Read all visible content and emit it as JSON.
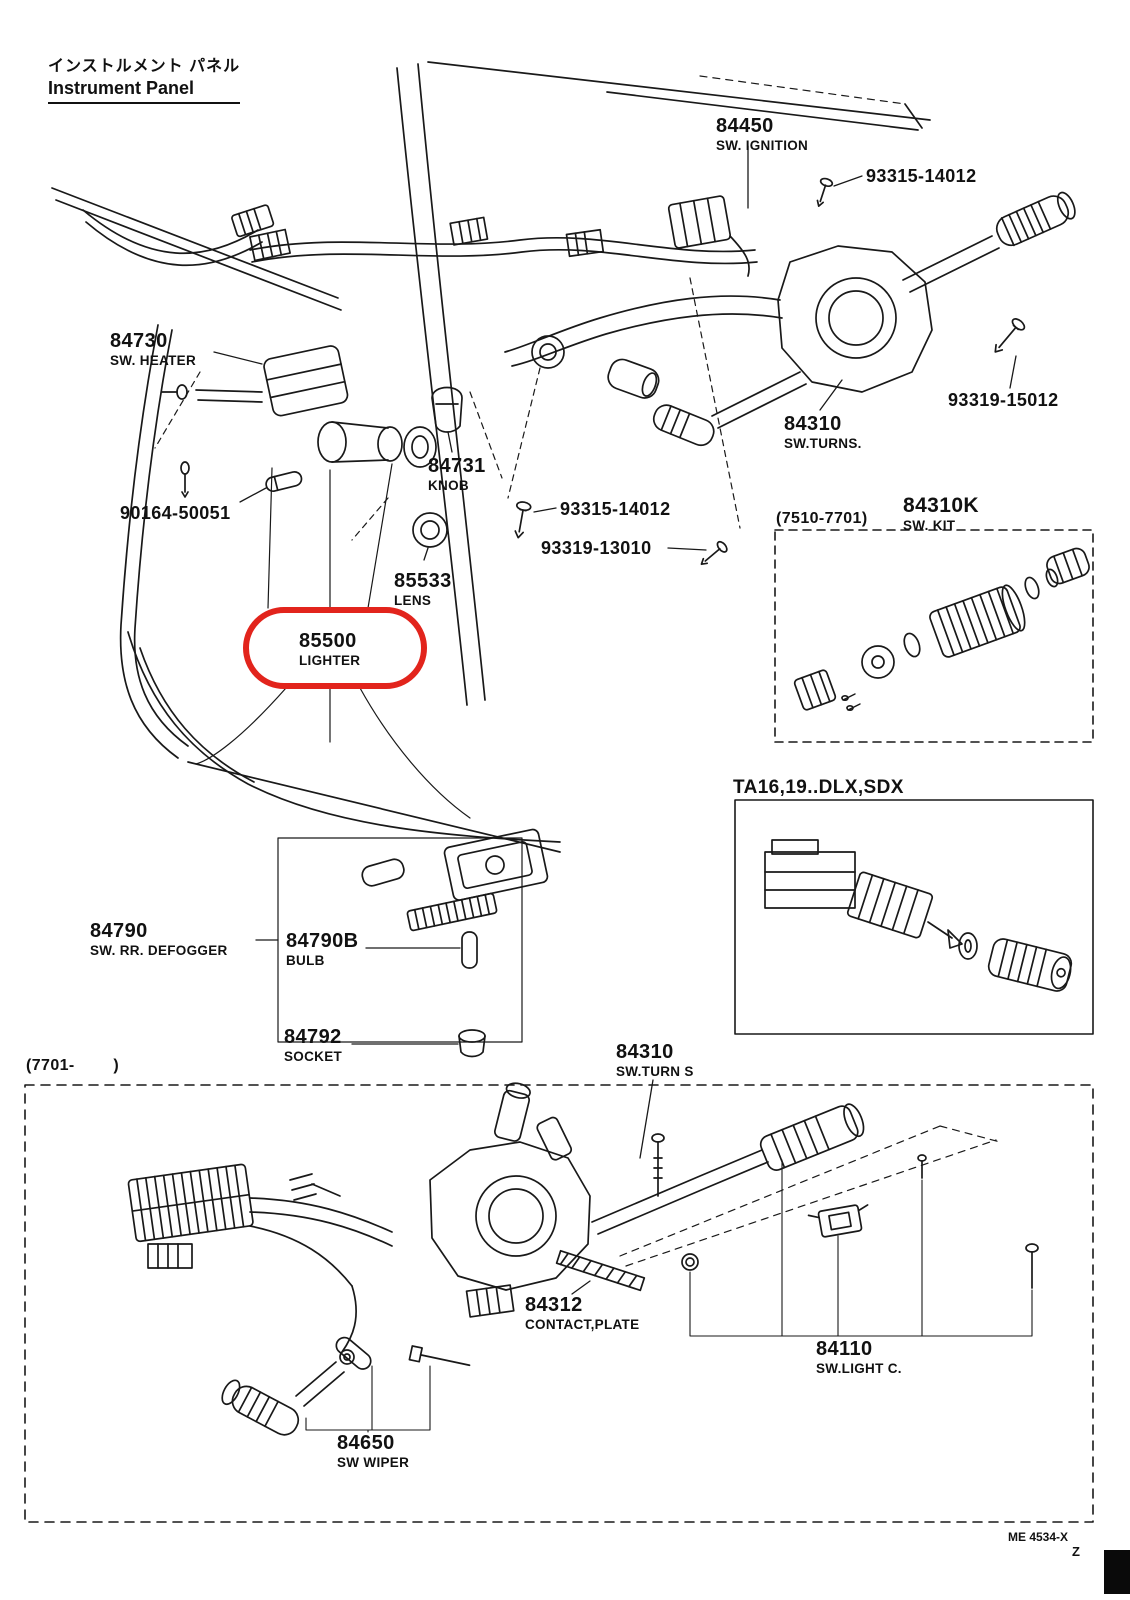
{
  "page": {
    "title_jp": "インストルメント パネル",
    "title_en": "Instrument Panel",
    "footer_ref": "ME 4534-X",
    "footer_corner": "Z"
  },
  "highlight": {
    "color": "#e2241c",
    "part": "85500"
  },
  "callouts": {
    "ignition": {
      "code": "84450",
      "name": "SW. IGNITION"
    },
    "screw_top": {
      "code": "93315-14012"
    },
    "heater": {
      "code": "84730",
      "name": "SW. HEATER"
    },
    "bolt_right": {
      "code": "93319-15012"
    },
    "turns_upper": {
      "code": "84310",
      "name": "SW.TURNS."
    },
    "knob": {
      "code": "84731",
      "name": "KNOB"
    },
    "bulb_small": {
      "code": "90164-50051"
    },
    "screw_mid": {
      "code": "93315-14012"
    },
    "screw_mid2": {
      "code": "93319-13010"
    },
    "lens": {
      "code": "85533",
      "name": "LENS"
    },
    "lighter": {
      "code": "85500",
      "name": "LIGHTER"
    },
    "kit": {
      "caption": "(7510-7701)",
      "code": "84310K",
      "name": "SW. KIT"
    },
    "ta_variant": {
      "caption": "TA16,19..DLX,SDX"
    },
    "defogger": {
      "code": "84790",
      "name": "SW. RR. DEFOGGER"
    },
    "bulb": {
      "code": "84790B",
      "name": "BULB"
    },
    "socket": {
      "code": "84792",
      "name": "SOCKET"
    },
    "turns_lower": {
      "code": "84310",
      "name": "SW.TURN S"
    },
    "late_box": {
      "caption": "(7701-        )"
    },
    "contact_plate": {
      "code": "84312",
      "name": "CONTACT,PLATE"
    },
    "light_control": {
      "code": "84110",
      "name": "SW.LIGHT C."
    },
    "wiper": {
      "code": "84650",
      "name": "SW WIPER"
    }
  }
}
